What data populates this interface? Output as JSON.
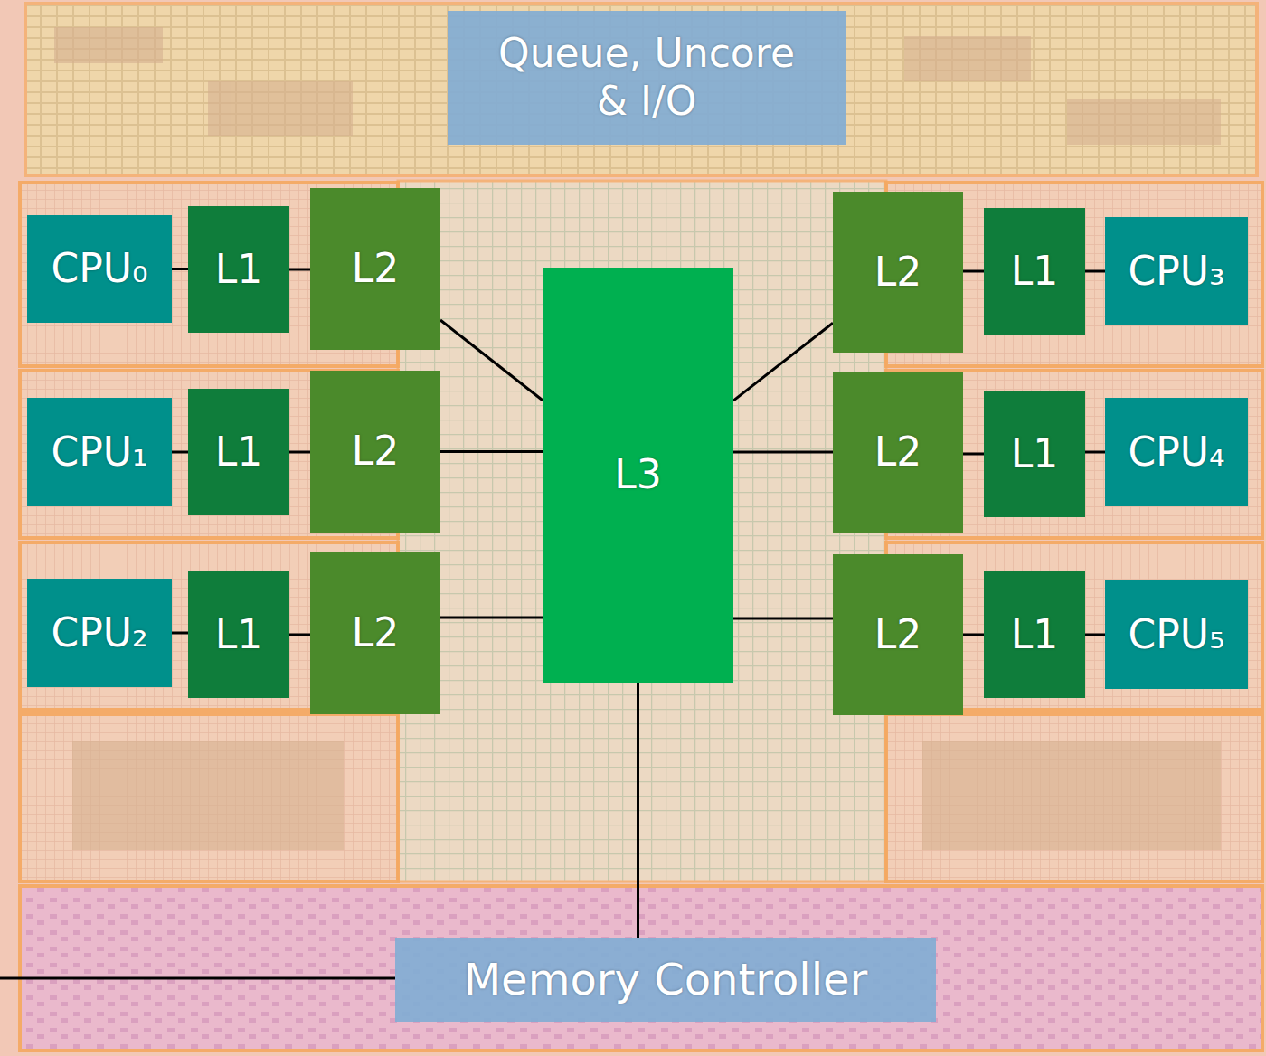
{
  "diagram": {
    "nodes": [
      {
        "text": [
          "Queue, Uncore & I/O"
        ]
      },
      {
        "text": [
          "CPU₀"
        ]
      },
      {
        "text": [
          "L1"
        ]
      },
      {
        "text": [
          "L2"
        ]
      },
      {
        "text": [
          "L3"
        ]
      },
      {
        "text": [
          "L2"
        ]
      },
      {
        "text": [
          "L1"
        ]
      },
      {
        "text": [
          "CPU₃"
        ]
      },
      {
        "text": [
          "CPU₁"
        ]
      },
      {
        "text": [
          "L1"
        ]
      },
      {
        "text": [
          "L2"
        ]
      },
      {
        "text": [
          "L2"
        ]
      },
      {
        "text": [
          "L1"
        ]
      },
      {
        "text": [
          "CPU₄"
        ]
      },
      {
        "text": [
          "CPU₂"
        ]
      },
      {
        "text": [
          "L1"
        ]
      },
      {
        "text": [
          "L2"
        ]
      },
      {
        "text": [
          "L2"
        ]
      },
      {
        "text": [
          "L1"
        ]
      },
      {
        "text": [
          "CPU₅"
        ]
      },
      {
        "text": [
          "Memory Controller"
        ]
      }
    ],
    "edges": [
      {
        "from": 1,
        "to": 2,
        "arrow": "none"
      },
      {
        "from": 2,
        "to": 3,
        "arrow": "none"
      },
      {
        "from": 3,
        "to": 4,
        "arrow": "none"
      },
      {
        "from": 5,
        "to": 4,
        "arrow": "none"
      },
      {
        "from": 6,
        "to": 5,
        "arrow": "none"
      },
      {
        "from": 7,
        "to": 6,
        "arrow": "none"
      },
      {
        "from": 8,
        "to": 9,
        "arrow": "none"
      },
      {
        "from": 9,
        "to": 10,
        "arrow": "none"
      },
      {
        "from": 10,
        "to": 4,
        "arrow": "none"
      },
      {
        "from": 11,
        "to": 4,
        "arrow": "none"
      },
      {
        "from": 12,
        "to": 11,
        "arrow": "none"
      },
      {
        "from": 13,
        "to": 12,
        "arrow": "none"
      },
      {
        "from": 14,
        "to": 15,
        "arrow": "none"
      },
      {
        "from": 15,
        "to": 16,
        "arrow": "none"
      },
      {
        "from": 16,
        "to": 4,
        "arrow": "none"
      },
      {
        "from": 17,
        "to": 4,
        "arrow": "none"
      },
      {
        "from": 18,
        "to": 17,
        "arrow": "none"
      },
      {
        "from": 19,
        "to": 18,
        "arrow": "none"
      },
      {
        "from": 4,
        "to": 20,
        "arrow": "none"
      }
    ]
  }
}
